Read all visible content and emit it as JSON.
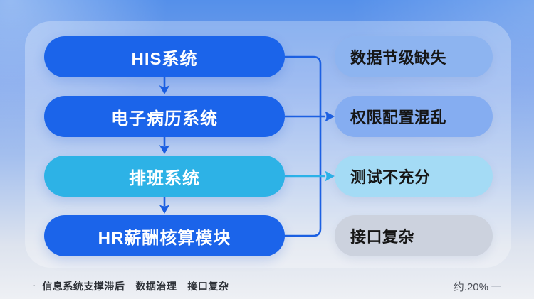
{
  "systems": [
    {
      "label": "HIS系统",
      "color": "#1b64ea"
    },
    {
      "label": "电子病历系统",
      "color": "#1b64ea"
    },
    {
      "label": "排班系统",
      "color": "#2db2e6"
    },
    {
      "label": "HR薪酬核算模块",
      "color": "#1b64ea"
    }
  ],
  "issues": [
    {
      "label": "数据节级缺失",
      "color": "#8db4f0"
    },
    {
      "label": "权限配置混乱",
      "color": "#85adf1"
    },
    {
      "label": "测试不充分",
      "color": "#a4dbf5"
    },
    {
      "label": "接口复杂",
      "color": "#ccd2de"
    }
  ],
  "footer": {
    "bullet": "·",
    "items": [
      "信息系统支撑滞后",
      "数据治理",
      "接口复杂"
    ],
    "right_value": "约.20%"
  },
  "colors": {
    "connector_blue": "#1c60e2",
    "connector_cyan": "#2bb2e8",
    "system_text": "#ffffff",
    "issue_text": "#161616"
  }
}
